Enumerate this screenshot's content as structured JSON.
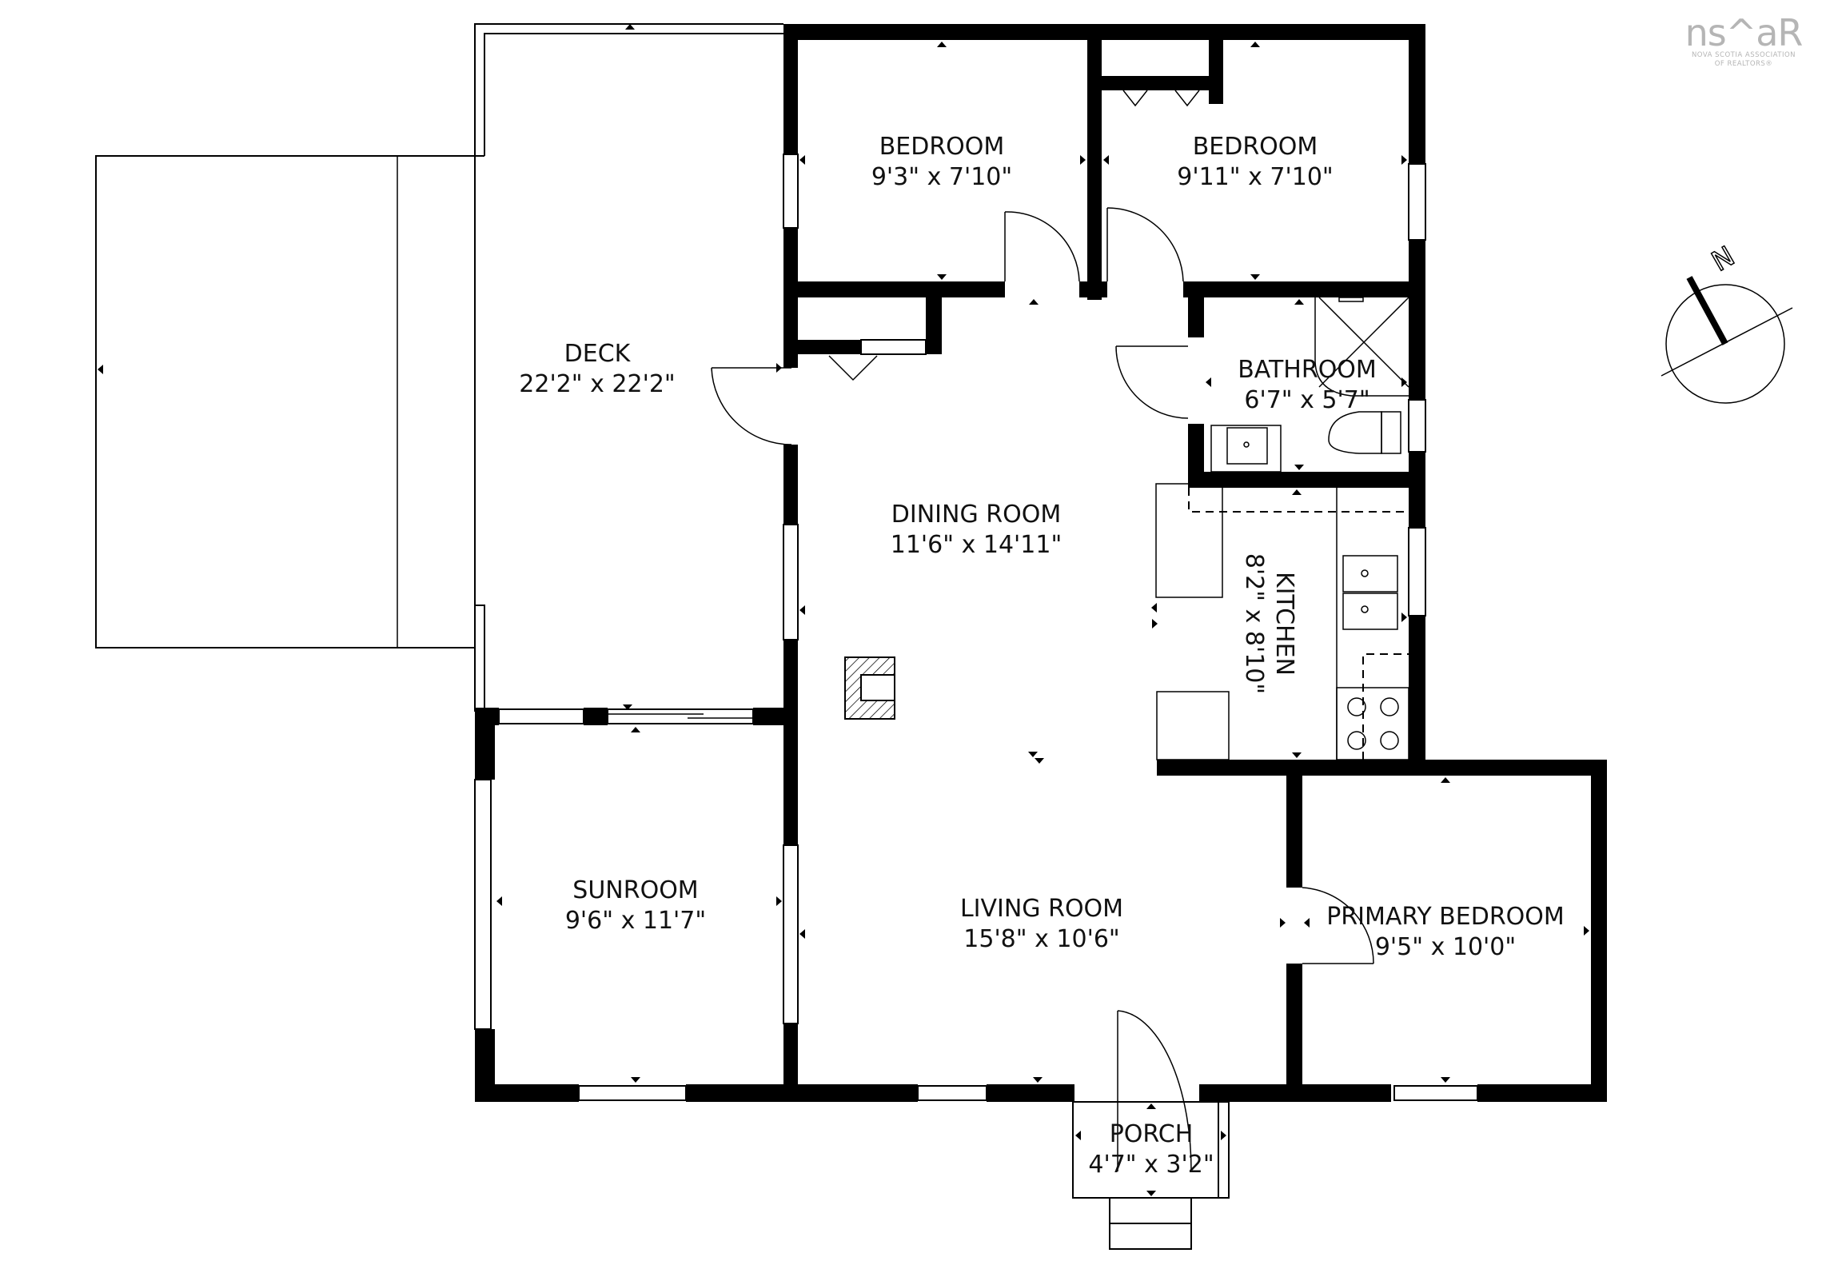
{
  "plan": {
    "type": "floor-plan",
    "units": "feet-inches",
    "rooms": [
      {
        "id": "deck",
        "name": "DECK",
        "dims": "22'2\" x 22'2\""
      },
      {
        "id": "bedroom1",
        "name": "BEDROOM",
        "dims": "9'3\" x 7'10\""
      },
      {
        "id": "bedroom2",
        "name": "BEDROOM",
        "dims": "9'11\" x 7'10\""
      },
      {
        "id": "bathroom",
        "name": "BATHROOM",
        "dims": "6'7\" x 5'7\""
      },
      {
        "id": "dining",
        "name": "DINING ROOM",
        "dims": "11'6\" x 14'11\""
      },
      {
        "id": "kitchen",
        "name": "KITCHEN",
        "dims": "8'2\" x 8'10\""
      },
      {
        "id": "sunroom",
        "name": "SUNROOM",
        "dims": "9'6\" x 11'7\""
      },
      {
        "id": "living",
        "name": "LIVING ROOM",
        "dims": "15'8\" x 10'6\""
      },
      {
        "id": "primary",
        "name": "PRIMARY BEDROOM",
        "dims": "9'5\" x 10'0\""
      },
      {
        "id": "porch",
        "name": "PORCH",
        "dims": "4'7\" x 3'2\""
      }
    ],
    "compass": {
      "label": "N",
      "icon": "north-arrow-icon"
    }
  },
  "logo": {
    "mark": "ns^aR",
    "line1": "NOVA SCOTIA ASSOCIATION",
    "line2": "OF REALTORS®",
    "color": "#b5b5b5"
  }
}
